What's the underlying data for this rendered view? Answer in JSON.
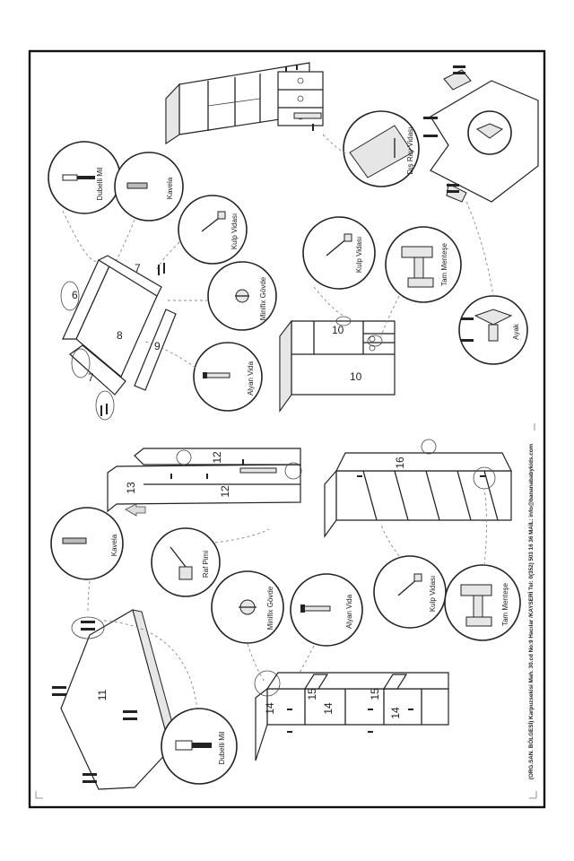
{
  "callouts": {
    "dubelli_mil_top": "Dubelli Mil",
    "kavela_top": "Kavela",
    "kulp_vidasi_top": "Kulp Vidası",
    "minifix_govde_top": "Minifix Gövde",
    "alyan_vida_top": "Alyan Vida",
    "kulp_vidasi_mid": "Kulp Vidası",
    "tam_mentese_mid": "Tam Menteşe",
    "ray_vidasi": "Dış Ray Vidası",
    "ayak": "Ayak",
    "kavela_left": "Kavela",
    "raf_pimi": "Raf Pimi",
    "minifix_govde_bottom": "Minifix Gövde",
    "alyan_vida_bottom": "Alyan Vida",
    "dubelli_mil_bottom": "Dubelli Mil",
    "kulp_vidasi_bottom": "Kulp Vidası",
    "tam_mentese_bottom": "Tam Menteşe"
  },
  "parts": {
    "p6": "6",
    "p7a": "7",
    "p7b": "7",
    "p8": "8",
    "p9": "9",
    "p10a": "10",
    "p10b": "10",
    "p11": "11",
    "p12a": "12",
    "p12b": "12",
    "p13": "13",
    "p14a": "14",
    "p14b": "14",
    "p14c": "14",
    "p15a": "15",
    "p15b": "15",
    "p16": "16"
  },
  "footer": "(ORG.SAN. BÖLGESİ) Karpuzsekisi Mah. 30.cd No:9 Hacılar /KAYSERİ Tel: 0(352) 503 16 36 MAİL: info@bananababykids.com"
}
